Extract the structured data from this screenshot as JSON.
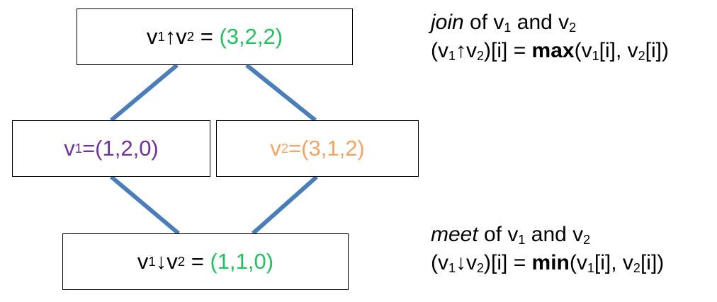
{
  "diagram": {
    "join_box": {
      "v1": "v",
      "v1_sub": "1",
      "arrow": "↑",
      "v2": "v",
      "v2_sub": "2",
      "equals": " = ",
      "value": "(3,2,2)"
    },
    "v1_box": {
      "v": "v",
      "sub": "1",
      "value": "=(1,2,0)"
    },
    "v2_box": {
      "v": "v",
      "sub": "2",
      "value": "=(3,1,2)"
    },
    "meet_box": {
      "v1": "v",
      "v1_sub": "1",
      "arrow": "↓",
      "v2": "v",
      "v2_sub": "2",
      "equals": " = ",
      "value": "(1,1,0)"
    },
    "colors": {
      "edge": "#4a7ebb",
      "result": "#21c25b",
      "v1": "#7030a0",
      "v2": "#f4a460"
    }
  },
  "notes": {
    "join": {
      "term": "join",
      "of_text": " of v",
      "sub1": "1",
      "and_text": " and v",
      "sub2": "2",
      "formula_open": "(v",
      "f_sub1": "1",
      "arrow": "↑",
      "f_v2": "v",
      "f_sub2": "2",
      "formula_mid": ")[i] = ",
      "func": "max",
      "args_open": "(v",
      "a_sub1": "1",
      "args_mid": "[i], v",
      "a_sub2": "2",
      "args_close": "[i])"
    },
    "meet": {
      "term": "meet",
      "of_text": " of v",
      "sub1": "1",
      "and_text": " and v",
      "sub2": "2",
      "formula_open": "(v",
      "f_sub1": "1",
      "arrow": "↓",
      "f_v2": "v",
      "f_sub2": "2",
      "formula_mid": ")[i] = ",
      "func": "min",
      "args_open": "(v",
      "a_sub1": "1",
      "args_mid": "[i], v",
      "a_sub2": "2",
      "args_close": "[i])"
    }
  }
}
